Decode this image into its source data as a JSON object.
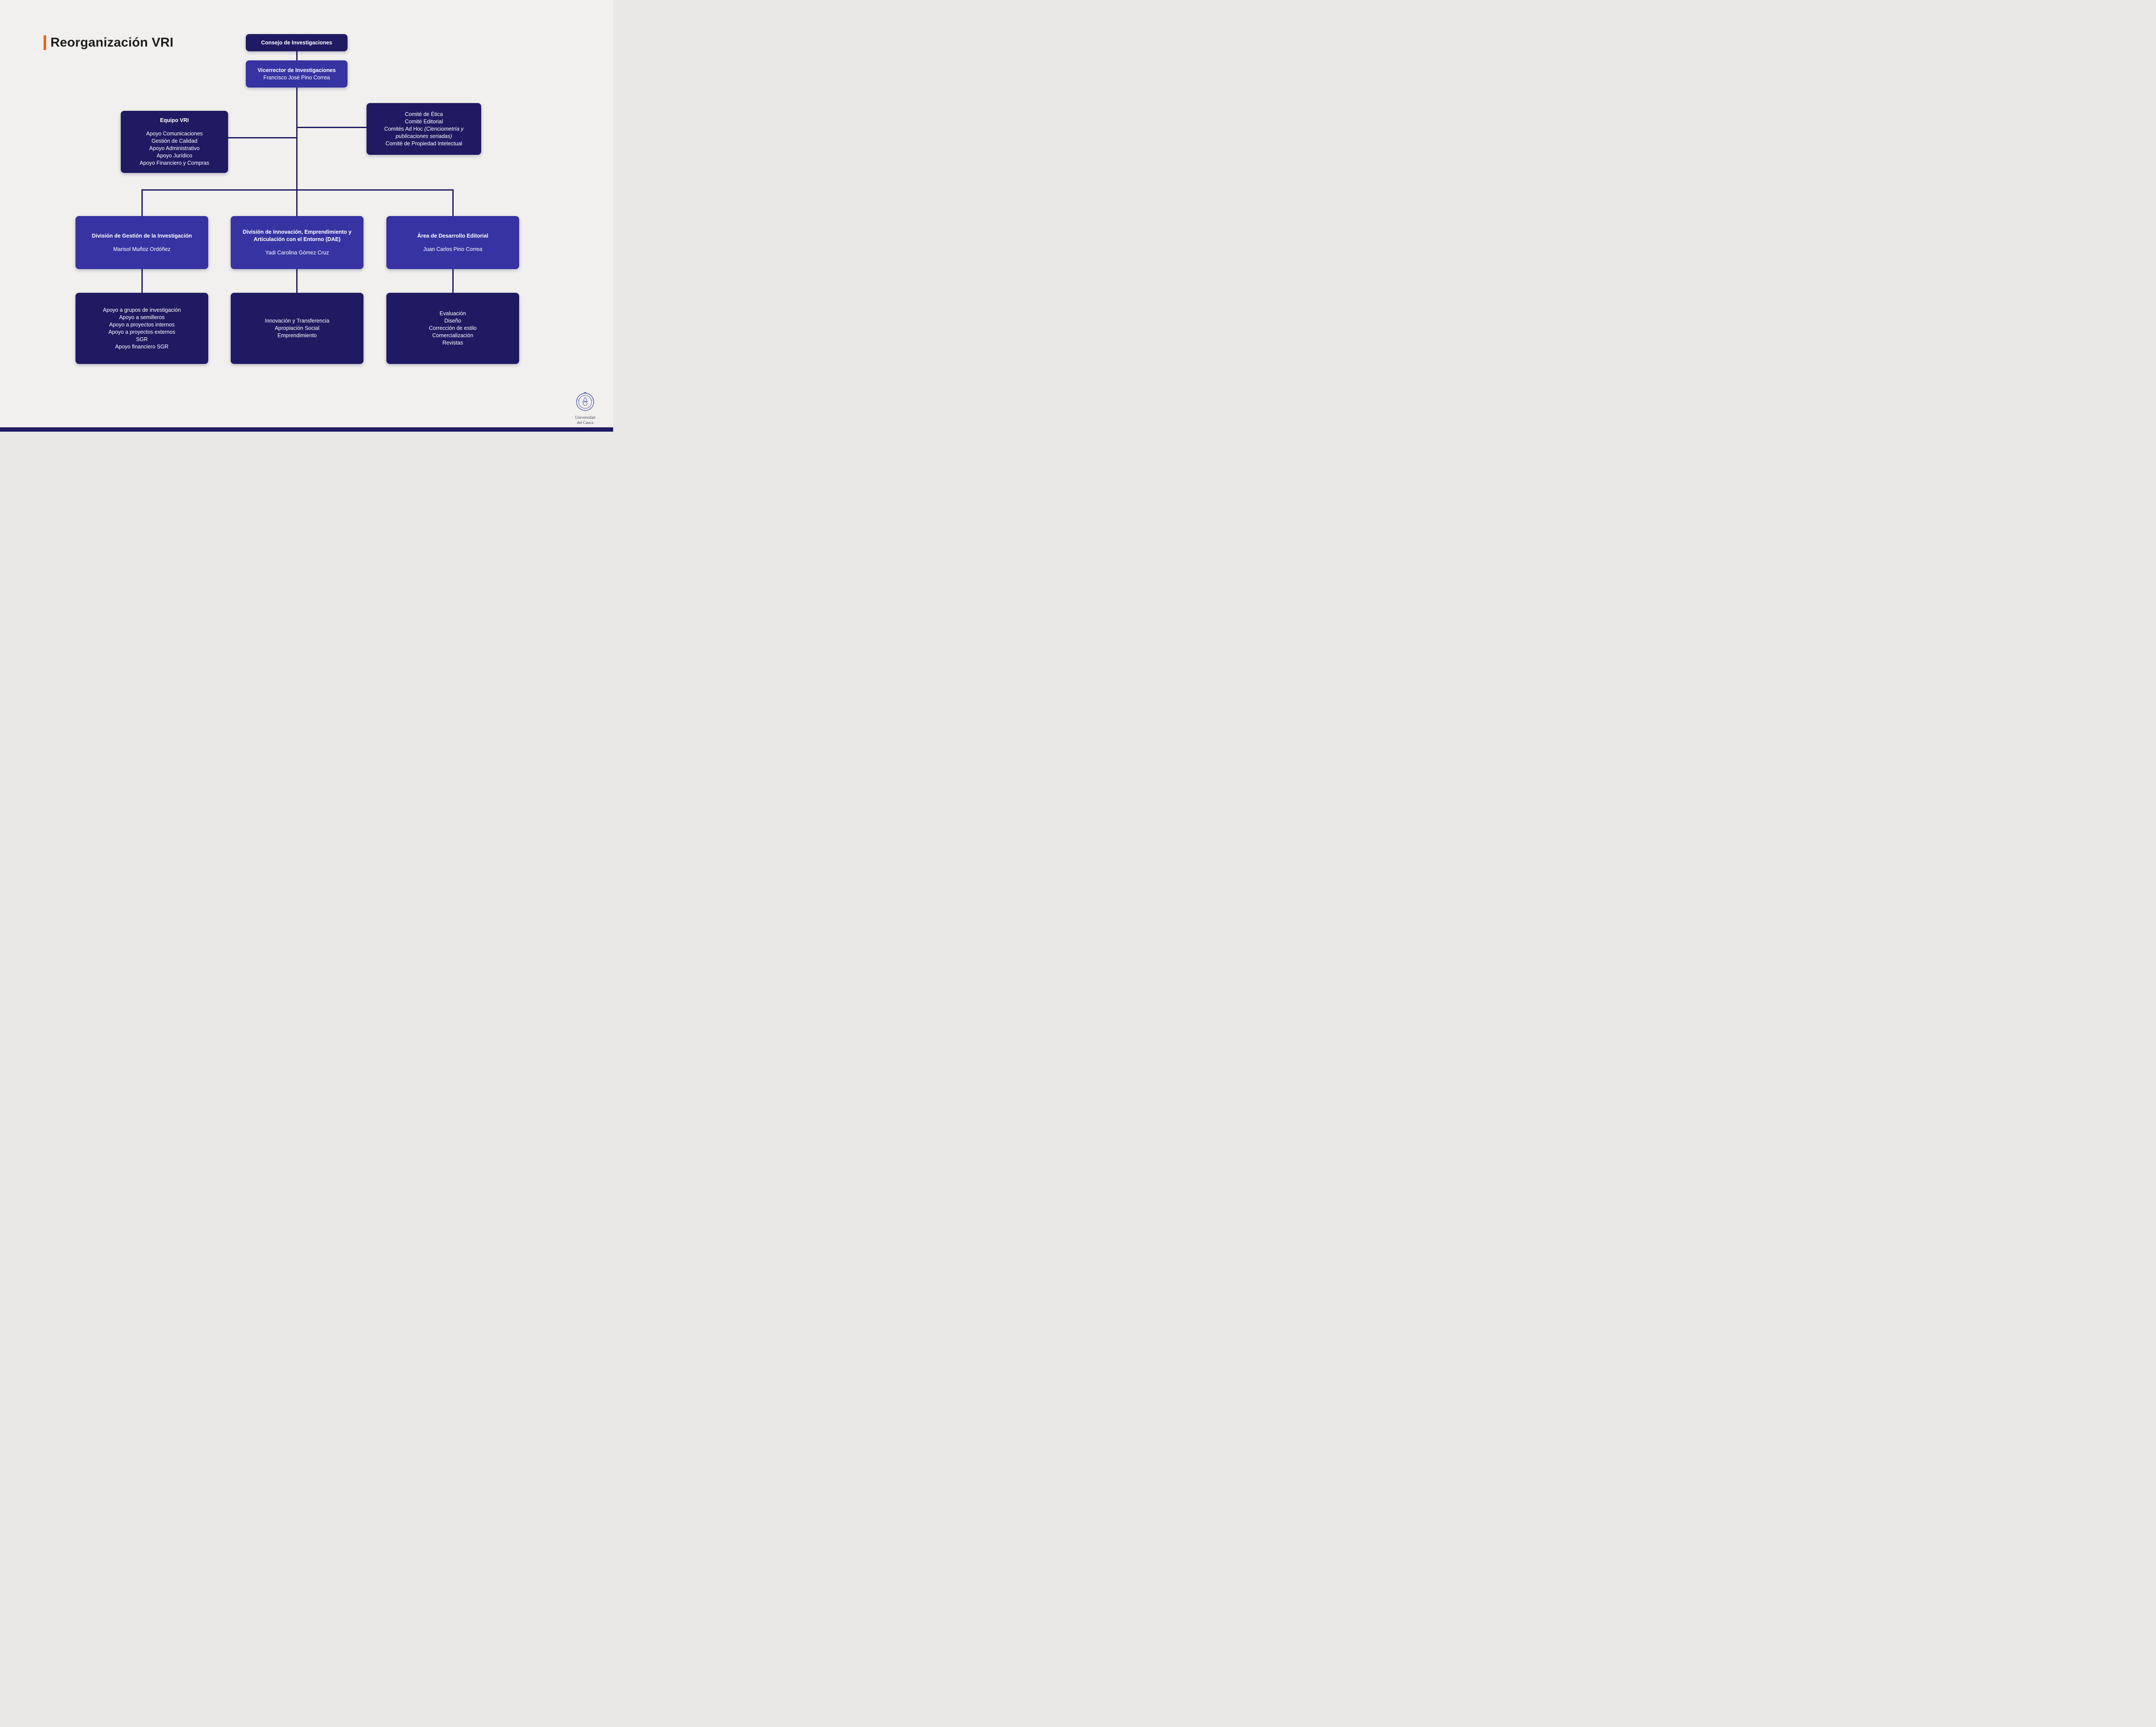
{
  "header": {
    "title": "Reorganización VRI"
  },
  "colors": {
    "background": "#f1f0ee",
    "navy_box": "#201a62",
    "blue_box": "#3733a2",
    "accent_orange": "#f2611c",
    "text_on_box": "#ffffff",
    "title_text": "#1d1d1b"
  },
  "org": {
    "consejo": {
      "label": "Consejo de Investigaciones"
    },
    "vicerrector": {
      "title": "Vicerrector de Investigaciones",
      "person": "Francisco José Pino Correa"
    },
    "equipo_vri": {
      "title": "Equipo VRI",
      "items": [
        "Apoyo Comunicaciones",
        "Gestión de Calidad",
        "Apoyo Administrativo",
        "Apoyo Jurídico",
        "Apoyo Financiero y Compras"
      ]
    },
    "comites": {
      "line1": "Comité de Ética",
      "line2": "Comité Editorial",
      "line3_plain": "Comités Ad Hoc ",
      "line3_italic": "(Cienciometría y publicaciones seriadas)",
      "line4": "Comité de Propiedad Intelectual"
    },
    "division_gestion": {
      "title": "División de Gestión de la Investigación",
      "person": "Marisol Muñoz Ordóñez",
      "items": [
        "Apoyo a grupos de investigación",
        "Apoyo a semilleros",
        "Apoyo a proyectos internos",
        "Apoyo a proyectos externos",
        "SGR",
        "Apoyo financiero SGR"
      ]
    },
    "division_dae": {
      "title": "División de Innovación, Emprendimiento y Articulación con el Entorno (DAE)",
      "person": "Yadi Carolina Gómez Cruz",
      "items": [
        "Innovación y Transferencia",
        "Apropiación Social",
        "Emprendimiento"
      ]
    },
    "area_editorial": {
      "title": "Área de Desarrollo Editorial",
      "person": "Juan Carlos Pino Correa",
      "items": [
        "Evaluación",
        "Diseño",
        "Corrección de estilo",
        "Comercialización",
        "Revistas"
      ]
    }
  },
  "logo": {
    "line1": "Universidad",
    "line2": "del Cauca"
  }
}
